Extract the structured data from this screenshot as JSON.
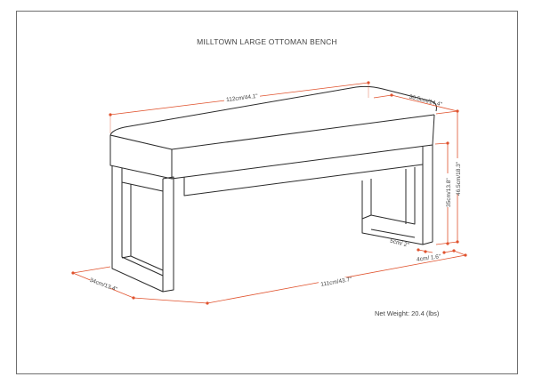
{
  "diagram": {
    "title": "MILLTOWN LARGE OTTOMAN BENCH",
    "net_weight_label": "Net Weight:",
    "net_weight_value": "20.4 (lbs)",
    "accent_color": "#e0522d",
    "line_color": "#2a2a2a",
    "dimensions": {
      "top_length": "112cm/44.1\"",
      "top_depth": "36.5cm/14.4\"",
      "overall_height": "46.5cm/18.3\"",
      "leg_height": "35cm/13.8\"",
      "leg_thickness": "5cm/ 2\"",
      "leg_inset": "4cm/ 1.6\"",
      "base_depth": "34cm/13.4\"",
      "base_length": "111cm/43.7\""
    }
  }
}
